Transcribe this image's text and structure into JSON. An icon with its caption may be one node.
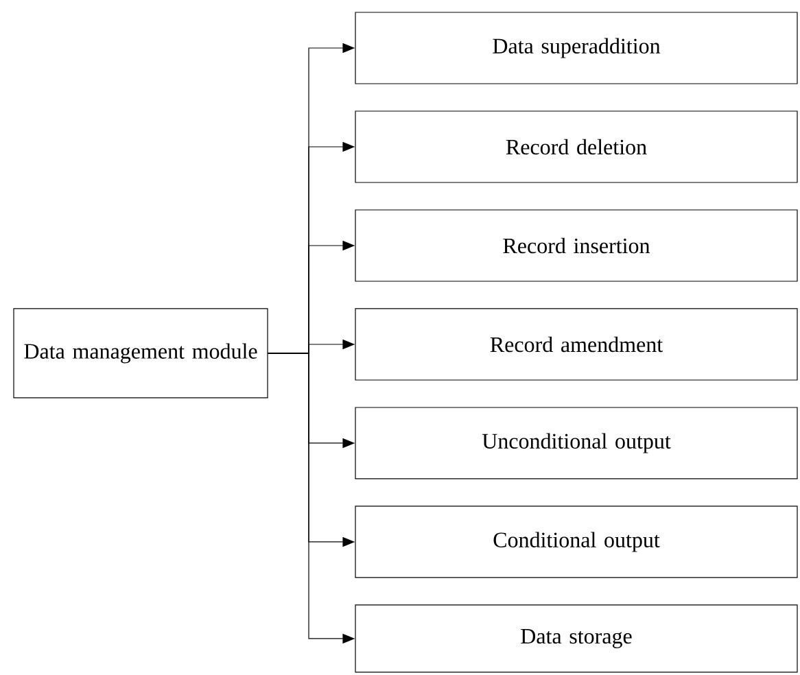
{
  "diagram": {
    "nodes": [
      {
        "text": [
          "Data management module"
        ]
      },
      {
        "text": [
          "Data superaddition"
        ]
      },
      {
        "text": [
          "Record deletion"
        ]
      },
      {
        "text": [
          "Record insertion"
        ]
      },
      {
        "text": [
          "Record amendment"
        ]
      },
      {
        "text": [
          "Unconditional output"
        ]
      },
      {
        "text": [
          "Conditional output"
        ]
      },
      {
        "text": [
          "Data storage"
        ]
      }
    ],
    "edges": [
      {
        "from": 0,
        "to": 1,
        "arrow": "to"
      },
      {
        "from": 0,
        "to": 2,
        "arrow": "to"
      },
      {
        "from": 0,
        "to": 3,
        "arrow": "to"
      },
      {
        "from": 0,
        "to": 4,
        "arrow": "to"
      },
      {
        "from": 0,
        "to": 5,
        "arrow": "to"
      },
      {
        "from": 0,
        "to": 6,
        "arrow": "to"
      },
      {
        "from": 0,
        "to": 7,
        "arrow": "to"
      }
    ]
  }
}
